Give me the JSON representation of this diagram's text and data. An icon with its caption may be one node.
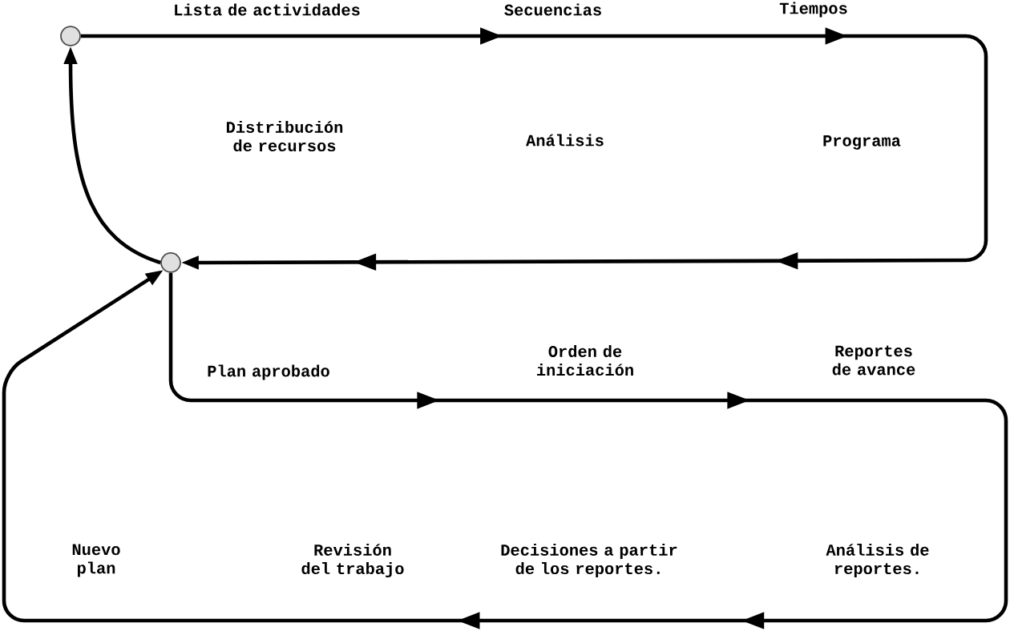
{
  "diagram": {
    "nodes": [
      {
        "text": [],
        "shape": "circle"
      },
      {
        "text": [],
        "shape": "circle"
      }
    ],
    "edges": [
      {
        "from": 0,
        "to": 1,
        "arrow": "to"
      },
      {
        "from": 1,
        "to": 0,
        "arrow": "to"
      },
      {
        "from": 1,
        "to": 1,
        "arrow": "to"
      }
    ],
    "labels": [
      "Lista de actividades",
      "Secuencias",
      "Tiempos",
      "Distribución de recursos",
      "Análisis",
      "Programa",
      "Plan aprobado",
      "Orden de iniciación",
      "Reportes de avance",
      "Nuevo plan",
      "Revisión del trabajo",
      "Decisiones a partir de los reportes.",
      "Análisis de reportes."
    ]
  }
}
